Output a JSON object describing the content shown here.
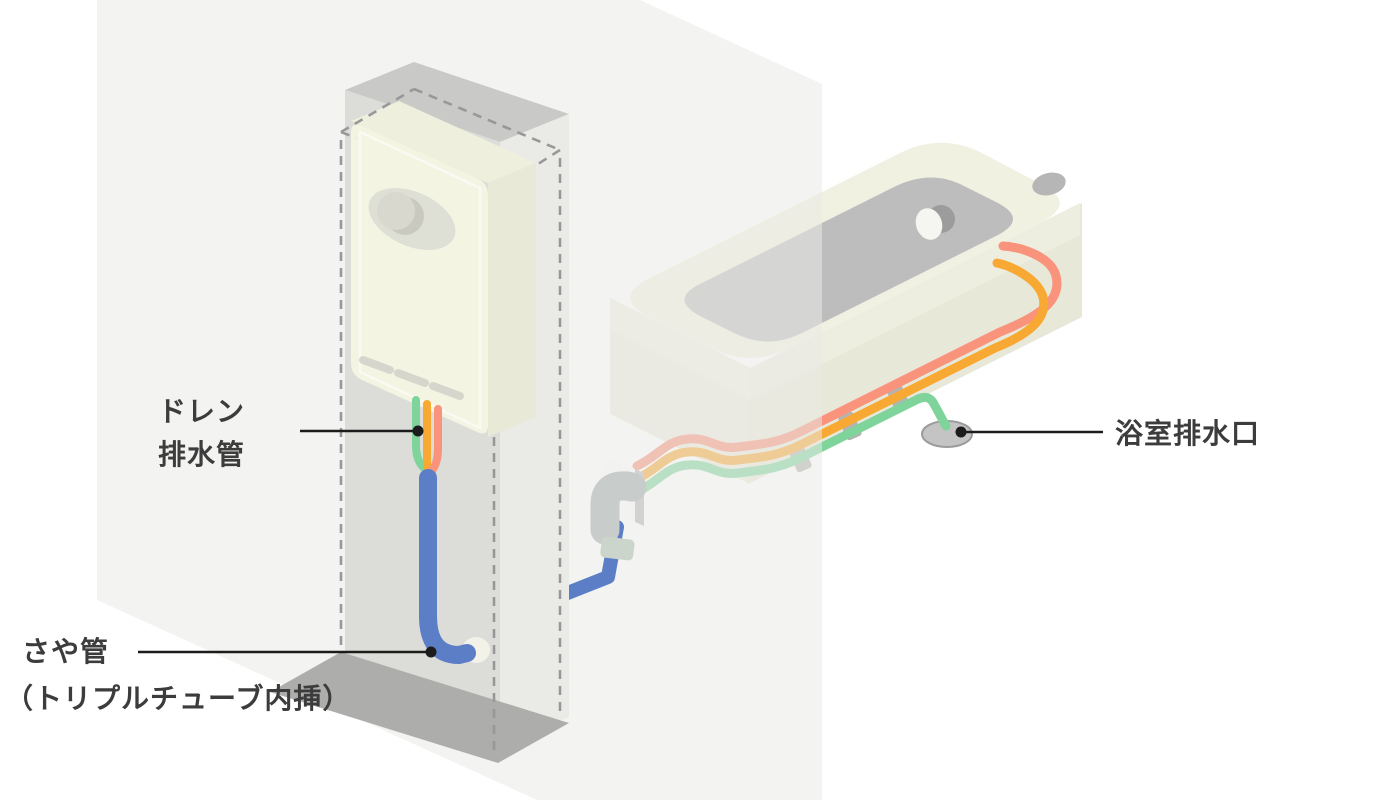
{
  "diagram": {
    "labels": {
      "drain_pipe": {
        "line1": "ドレン",
        "line2": "排水管"
      },
      "sheath_pipe": {
        "line1": "さや管",
        "line2": "（トリプルチューブ内挿）"
      },
      "bath_drain": {
        "text": "浴室排水口"
      }
    },
    "colors": {
      "tube_salmon": "#f9937b",
      "tube_orange": "#f7a933",
      "tube_green": "#7fd49b",
      "sleeve_blue": "#5c7ec6",
      "heater_body": "#f4f4e3",
      "tub_body": "#f1f1e2",
      "basin_gray": "#bdbdbd",
      "wall_gray": "#f2f2f0",
      "pillar_gray": "#dcdcd8",
      "dash_gray": "#98989a",
      "leader_black": "#1c1c1c",
      "label_text": "#3c3c3c"
    }
  }
}
